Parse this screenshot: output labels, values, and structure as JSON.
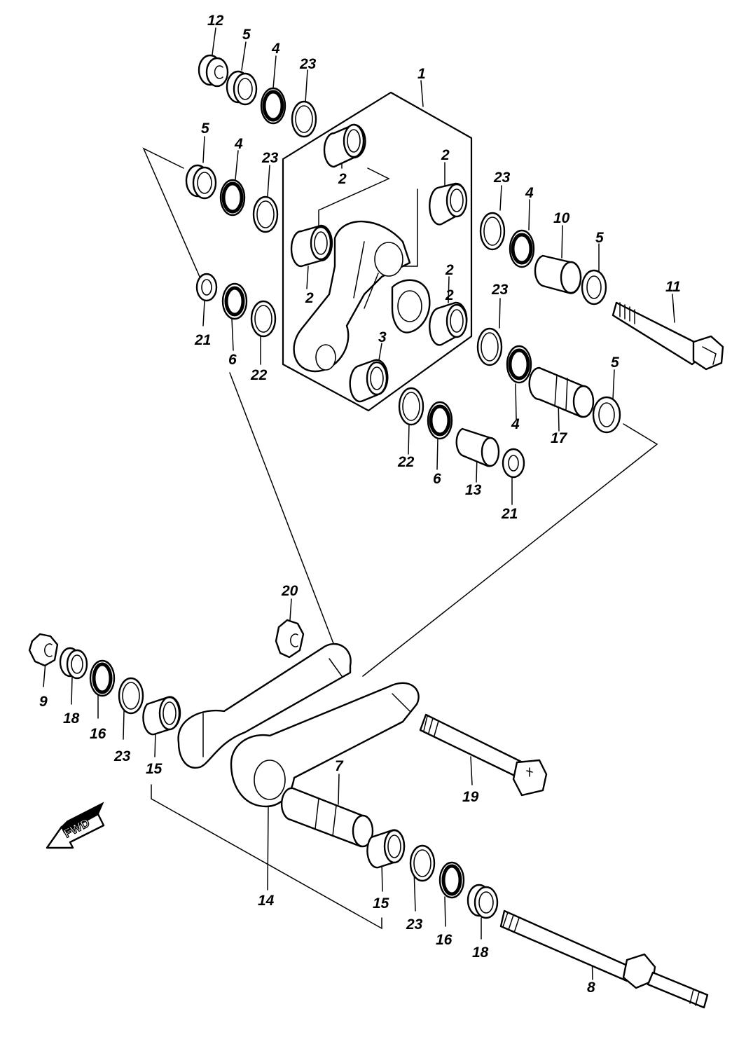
{
  "diagram": {
    "direction_indicator": "FWD",
    "callouts": [
      {
        "id": "c-12a",
        "text": "12"
      },
      {
        "id": "c-5a",
        "text": "5"
      },
      {
        "id": "c-4a",
        "text": "4"
      },
      {
        "id": "c-23a",
        "text": "23"
      },
      {
        "id": "c-1",
        "text": "1"
      },
      {
        "id": "c-5b",
        "text": "5"
      },
      {
        "id": "c-4b",
        "text": "4"
      },
      {
        "id": "c-23b",
        "text": "23"
      },
      {
        "id": "c-2a",
        "text": "2"
      },
      {
        "id": "c-2b",
        "text": "2"
      },
      {
        "id": "c-2c",
        "text": "2"
      },
      {
        "id": "c-2d",
        "text": "2"
      },
      {
        "id": "c-2e",
        "text": "2"
      },
      {
        "id": "c-3",
        "text": "3"
      },
      {
        "id": "c-21a",
        "text": "21"
      },
      {
        "id": "c-6a",
        "text": "6"
      },
      {
        "id": "c-22a",
        "text": "22"
      },
      {
        "id": "c-23c",
        "text": "23"
      },
      {
        "id": "c-4c",
        "text": "4"
      },
      {
        "id": "c-10",
        "text": "10"
      },
      {
        "id": "c-5c",
        "text": "5"
      },
      {
        "id": "c-11",
        "text": "11"
      },
      {
        "id": "c-23d",
        "text": "23"
      },
      {
        "id": "c-5d",
        "text": "5"
      },
      {
        "id": "c-4d",
        "text": "4"
      },
      {
        "id": "c-17",
        "text": "17"
      },
      {
        "id": "c-22b",
        "text": "22"
      },
      {
        "id": "c-6b",
        "text": "6"
      },
      {
        "id": "c-13",
        "text": "13"
      },
      {
        "id": "c-21b",
        "text": "21"
      },
      {
        "id": "c-20",
        "text": "20"
      },
      {
        "id": "c-9",
        "text": "9"
      },
      {
        "id": "c-18a",
        "text": "18"
      },
      {
        "id": "c-16a",
        "text": "16"
      },
      {
        "id": "c-23e",
        "text": "23"
      },
      {
        "id": "c-15a",
        "text": "15"
      },
      {
        "id": "c-7",
        "text": "7"
      },
      {
        "id": "c-19",
        "text": "19"
      },
      {
        "id": "c-14",
        "text": "14"
      },
      {
        "id": "c-15b",
        "text": "15"
      },
      {
        "id": "c-23f",
        "text": "23"
      },
      {
        "id": "c-16b",
        "text": "16"
      },
      {
        "id": "c-18b",
        "text": "18"
      },
      {
        "id": "c-8",
        "text": "8"
      }
    ]
  }
}
